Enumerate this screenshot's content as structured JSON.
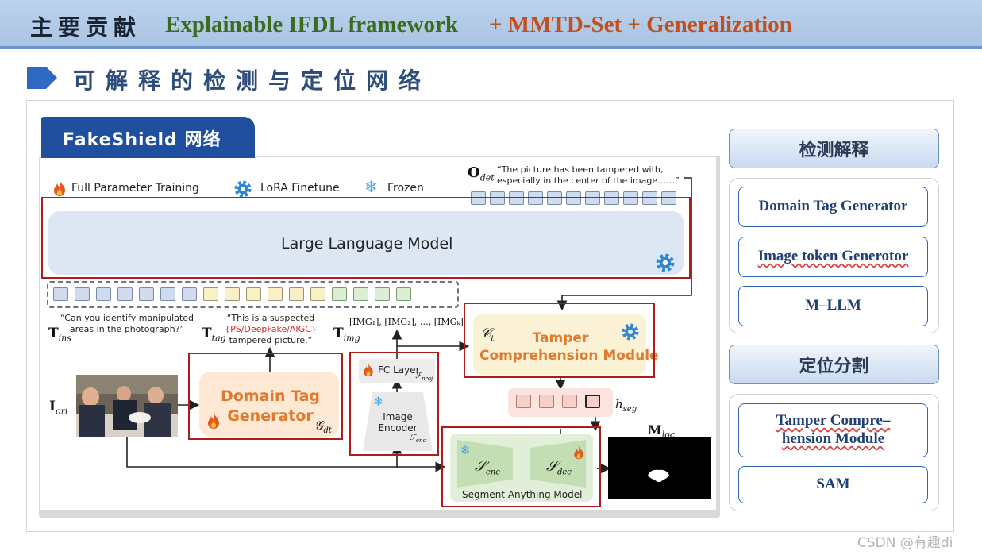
{
  "header": {
    "title_cn": "主要贡献",
    "title_en_primary": "Explainable IFDL framework",
    "title_en_secondary": "+ MMTD-Set + Generalization"
  },
  "section": {
    "title": "可解释的检测与定位网络"
  },
  "diagram": {
    "tab_title": "FakeShield 网络",
    "legend": {
      "full_param": "Full Parameter Training",
      "lora": "LoRA Finetune",
      "frozen": "Frozen"
    },
    "llm_label": "Large Language Model",
    "o_det_symbol": "O",
    "o_det_sub": "det",
    "o_det_text_line1": "“The picture has been tampered with,",
    "o_det_text_line2": "especially in the center of the image……”",
    "t_ins_symbol": "T",
    "t_ins_sub": "ins",
    "t_ins_text_line1": "“Can you identify manipulated",
    "t_ins_text_line2": "areas in the photograph?”",
    "t_tag_symbol": "T",
    "t_tag_sub": "tag",
    "t_tag_text_line1": "“This is a suspected",
    "t_tag_text_line2": "{PS/DeepFake/AIGC}",
    "t_tag_text_line3": "tampered picture.”",
    "t_img_symbol": "T",
    "t_img_sub": "img",
    "img_tokens": "[IMG₁], [IMG₂], …, [IMGₖ]",
    "i_ori_symbol": "I",
    "i_ori_sub": "ori",
    "dtg_line1": "Domain Tag",
    "dtg_line2": "Generator",
    "g_dt_symbol": "𝒢",
    "g_dt_sub": "dt",
    "fc_label": "FC Layer",
    "f_proj_symbol": "ℱ",
    "f_proj_sub": "proj",
    "enc_line1": "Image",
    "enc_line2": "Encoder",
    "f_enc_symbol": "ℱ",
    "f_enc_sub": "enc",
    "c_t_symbol": "𝒞",
    "c_t_sub": "t",
    "tcm_line1": "Tamper",
    "tcm_line2": "Comprehension Module",
    "h_seg_symbol": "h",
    "h_seg_sub": "seg",
    "s_enc_symbol": "𝒮",
    "s_enc_sub": "enc",
    "s_dec_symbol": "𝒮",
    "s_dec_sub": "dec",
    "sam_label": "Segment Anything Model",
    "m_loc_symbol": "M",
    "m_loc_sub": "loc"
  },
  "side": {
    "detect_header": "检测解释",
    "detect_items": [
      "Domain Tag Generator",
      "Image token Generotor",
      "M–LLM"
    ],
    "locate_header": "定位分割",
    "locate_items_line1": "Tamper Compre–",
    "locate_items_line2": "hension Module",
    "locate_item_sam": "SAM"
  },
  "watermark": "CSDN @有趣di",
  "colors": {
    "accent_blue": "#1f4f9e",
    "highlight_red": "#b01c1c",
    "module_orange": "#e07a2e"
  }
}
